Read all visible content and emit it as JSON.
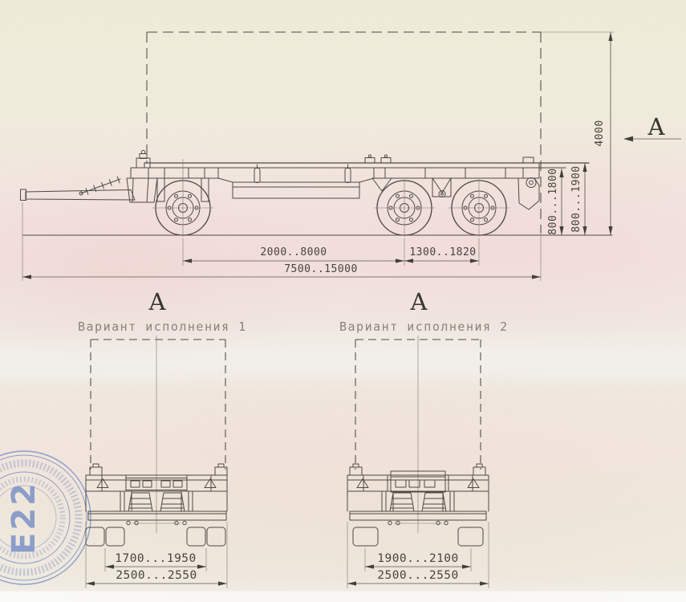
{
  "sheet": {
    "side_view": {
      "section_letter": "А",
      "dims": {
        "height": "4000",
        "deck_low": "800...1800",
        "deck_high": "800...1900",
        "wheelbase": "2000..8000",
        "bogie": "1300..1820",
        "length": "7500..15000"
      }
    },
    "variant1": {
      "section_letter": "А",
      "label": "Вариант исполнения 1",
      "track": "1700...1950",
      "overall_width": "2500...2550"
    },
    "variant2": {
      "section_letter": "А",
      "label": "Вариант исполнения 2",
      "track": "1900...2100",
      "overall_width": "2500...2550"
    },
    "stamp": {
      "code": "Е22"
    },
    "colors": {
      "paper": "#f1ecdc",
      "pink_tint": "#f5e4e1",
      "ink": "#4b4842",
      "dim_text": "#45423a",
      "label_text": "#8b8375",
      "stamp_blue": "#6f89c6"
    }
  }
}
